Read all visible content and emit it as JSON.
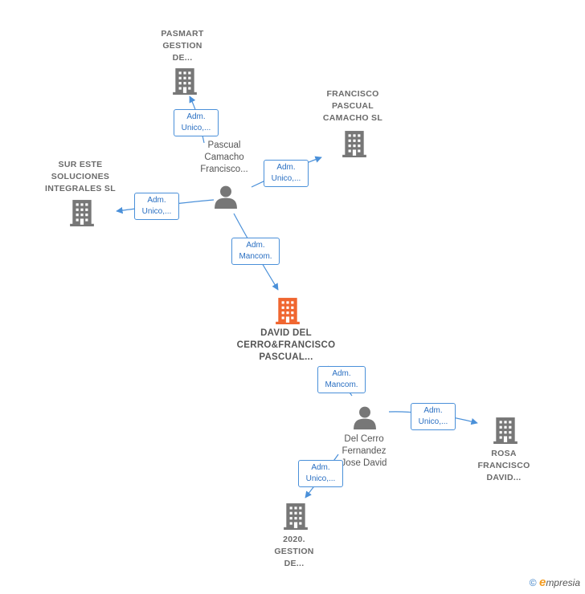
{
  "colors": {
    "edge": "#4a90d9",
    "node": "#777777",
    "main_node": "#f06630",
    "edge_text": "#2a6fc2"
  },
  "nodes": {
    "pasmart": {
      "lines": [
        "PASMART",
        "GESTION",
        "DE..."
      ],
      "icon": "building-icon"
    },
    "francisco_sl": {
      "lines": [
        "FRANCISCO",
        "PASCUAL",
        "CAMACHO  SL"
      ],
      "icon": "building-icon"
    },
    "sur_este": {
      "lines": [
        "SUR ESTE",
        "SOLUCIONES",
        "INTEGRALES SL"
      ],
      "icon": "building-icon"
    },
    "pascual_person": {
      "lines": [
        "Pascual",
        "Camacho",
        "Francisco..."
      ],
      "icon": "person-icon"
    },
    "david_main": {
      "lines": [
        "DAVID DEL",
        "CERRO&FRANCISCO",
        "PASCUAL..."
      ],
      "icon": "building-icon"
    },
    "delcerro_person": {
      "lines": [
        "Del Cerro",
        "Fernandez",
        "Jose David"
      ],
      "icon": "person-icon"
    },
    "rosa": {
      "lines": [
        "ROSA",
        "FRANCISCO",
        "DAVID..."
      ],
      "icon": "building-icon"
    },
    "gestion2020": {
      "lines": [
        "2020.",
        "GESTION",
        "DE..."
      ],
      "icon": "building-icon"
    }
  },
  "edges": {
    "e1": {
      "lines": [
        "Adm.",
        "Unico,..."
      ]
    },
    "e2": {
      "lines": [
        "Adm.",
        "Unico,..."
      ]
    },
    "e3": {
      "lines": [
        "Adm.",
        "Unico,..."
      ]
    },
    "e4": {
      "lines": [
        "Adm.",
        "Mancom."
      ]
    },
    "e5": {
      "lines": [
        "Adm.",
        "Mancom."
      ]
    },
    "e6": {
      "lines": [
        "Adm.",
        "Unico,..."
      ]
    },
    "e7": {
      "lines": [
        "Adm.",
        "Unico,..."
      ]
    }
  },
  "footer": {
    "copyright": "©",
    "brand_initial": "e",
    "brand_rest": "mpresia"
  }
}
